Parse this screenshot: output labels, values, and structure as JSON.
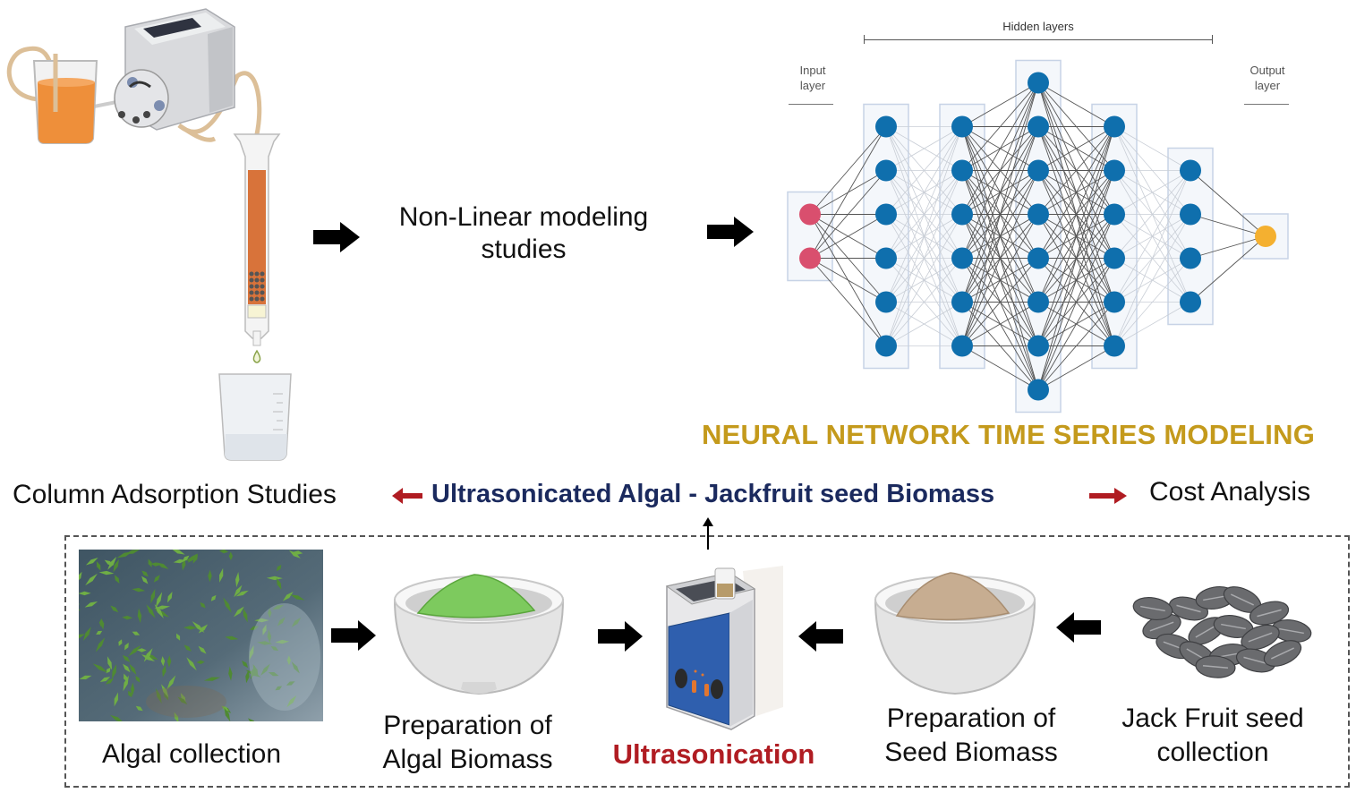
{
  "top": {
    "column_setup_icon": "column-adsorption-apparatus",
    "modeling_text_line1": "Non-Linear modeling",
    "modeling_text_line2": "studies"
  },
  "neural_network": {
    "hidden_layers_label": "Hidden layers",
    "input_layer_label_line1": "Input",
    "input_layer_label_line2": "layer",
    "output_layer_label_line1": "Output",
    "output_layer_label_line2": "layer",
    "layers": [
      2,
      6,
      6,
      8,
      6,
      4,
      1
    ],
    "colors": {
      "input_node": "#d94f6e",
      "hidden_node": "#0f6fad",
      "output_node": "#f4b030",
      "layer_box": "#c7d3e6",
      "edge": "#555555"
    },
    "title": "NEURAL NETWORK TIME SERIES MODELING"
  },
  "middle_row": {
    "left_text": "Column Adsorption Studies",
    "center_text": "Ultrasonicated Algal - Jackfruit seed Biomass",
    "right_text": "Cost Analysis",
    "arrow_color": "#b01c22"
  },
  "process": {
    "steps": [
      {
        "id": "algal-collection",
        "label_line1": "Algal collection",
        "label_line2": ""
      },
      {
        "id": "algal-biomass",
        "label_line1": "Preparation of",
        "label_line2": "Algal Biomass"
      },
      {
        "id": "ultrasonication",
        "label_line1": "Ultrasonication",
        "label_line2": ""
      },
      {
        "id": "seed-biomass",
        "label_line1": "Preparation of",
        "label_line2": "Seed Biomass"
      },
      {
        "id": "jackfruit-seed",
        "label_line1": "Jack Fruit seed",
        "label_line2": "collection"
      }
    ]
  }
}
